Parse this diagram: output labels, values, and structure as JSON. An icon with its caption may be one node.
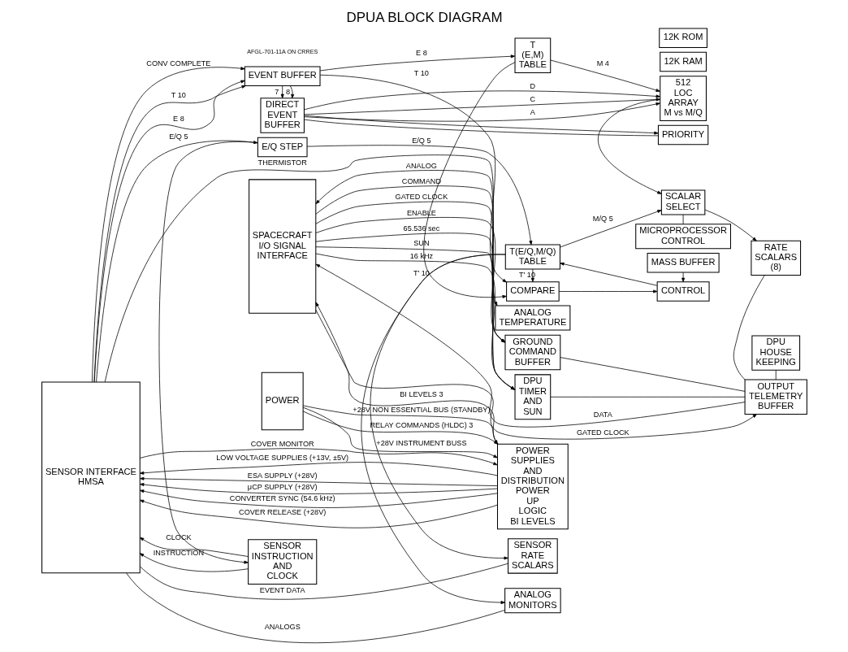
{
  "diagram": {
    "title": "DPUA BLOCK DIAGRAM",
    "nodes": [
      {
        "text": [
          "SENSOR INTERFACE",
          "HMSA"
        ]
      },
      {
        "text": [
          "SPACECRAFT",
          "I/O SIGNAL",
          "INTERFACE"
        ]
      },
      {
        "text": [
          "POWER"
        ]
      },
      {
        "text": [
          "DIRECT EVENT BUFFER"
        ]
      },
      {
        "text": [
          "PRIORITY"
        ]
      },
      {
        "text": [
          "MASS BUFFER"
        ]
      },
      {
        "text": [
          "512 LOC ARRAY",
          "M vs M/Q"
        ]
      },
      {
        "text": [
          "EVENT BUFFER"
        ]
      },
      {
        "text": [
          "T (E,M) TABLE"
        ]
      },
      {
        "text": [
          "COMPARE"
        ]
      },
      {
        "text": [
          "CONTROL"
        ]
      },
      {
        "text": [
          "E/Q STEP"
        ]
      },
      {
        "text": [
          "T(E/Q,M/Q) TABLE"
        ]
      },
      {
        "text": [
          "SCALAR SELECT"
        ]
      },
      {
        "text": [
          "RATE SCALARS (8)"
        ]
      },
      {
        "text": [
          "DPU HOUSE KEEPING"
        ]
      },
      {
        "text": [
          "GROUND COMMAND BUFFER"
        ]
      },
      {
        "text": [
          "DPU TIMER AND SUN"
        ]
      },
      {
        "text": [
          "SENSOR INSTRUCTION AND CLOCK"
        ]
      },
      {
        "text": [
          "SENSOR RATE SCALARS"
        ]
      },
      {
        "text": [
          "ANALOG MONITORS"
        ]
      },
      {
        "text": [
          "MICROPROCESSOR CONTROL"
        ]
      },
      {
        "text": [
          "12K RAM"
        ]
      },
      {
        "text": [
          "12K ROM"
        ]
      },
      {
        "text": [
          "OUTPUT TELEMETRY BUFFER"
        ]
      },
      {
        "text": [
          "ANALOG TEMPERATURE"
        ]
      },
      {
        "text": [
          "POWER SUPPLIES AND DISTRIBUTION",
          "POWER UP LOGIC",
          "BI LEVELS"
        ]
      }
    ],
    "edges": [
      {
        "from": 0,
        "to": 7,
        "arrow": "to",
        "label": "CONV COMPLETE"
      },
      {
        "from": 0,
        "to": 7,
        "arrow": "to",
        "label": "T 10"
      },
      {
        "from": 0,
        "to": 7,
        "arrow": "to",
        "label": "E 8"
      },
      {
        "from": 7,
        "to": 8,
        "arrow": "to",
        "label": "E 8"
      },
      {
        "from": 7,
        "to": 9,
        "arrow": "to",
        "label": "T 10"
      },
      {
        "from": 7,
        "to": 3,
        "arrow": "to",
        "label": "7"
      },
      {
        "from": 7,
        "to": 3,
        "arrow": "to",
        "label": "8"
      },
      {
        "from": 3,
        "to": 4,
        "arrow": "none"
      },
      {
        "from": 3,
        "to": 6,
        "arrow": "to",
        "label": "A"
      },
      {
        "from": 3,
        "to": 6,
        "arrow": "to",
        "label": "D"
      },
      {
        "from": 3,
        "to": 6,
        "arrow": "to",
        "label": "C"
      },
      {
        "from": 3,
        "to": 4,
        "arrow": "to"
      },
      {
        "from": 8,
        "to": 9,
        "arrow": "to",
        "label": "T' 10"
      },
      {
        "from": 8,
        "to": 6,
        "arrow": "to",
        "label": "M 4"
      },
      {
        "from": 5,
        "to": 10,
        "arrow": "to"
      },
      {
        "from": 9,
        "to": 10,
        "arrow": "to"
      },
      {
        "from": 12,
        "to": 9,
        "arrow": "to",
        "label": "T' 10"
      },
      {
        "from": 0,
        "to": 11,
        "arrow": "to",
        "label": "E/Q 5"
      },
      {
        "from": 11,
        "to": 12,
        "arrow": "to",
        "label": "E/Q 5"
      },
      {
        "from": 12,
        "to": 13,
        "arrow": "to",
        "label": "M/Q 5"
      },
      {
        "from": 10,
        "to": 12,
        "arrow": "to"
      },
      {
        "from": 6,
        "to": 13,
        "arrow": "to"
      },
      {
        "from": 13,
        "to": 14,
        "arrow": "to"
      },
      {
        "from": 11,
        "to": 18,
        "arrow": "to"
      },
      {
        "from": 12,
        "to": 19,
        "arrow": "to"
      },
      {
        "from": 12,
        "to": 20,
        "arrow": "to"
      },
      {
        "from": 13,
        "to": 21,
        "arrow": "none"
      },
      {
        "from": 15,
        "to": 24,
        "arrow": "none"
      },
      {
        "from": 14,
        "to": 24,
        "arrow": "none"
      },
      {
        "from": 16,
        "to": 24,
        "arrow": "none"
      },
      {
        "from": 17,
        "to": 24,
        "arrow": "none"
      },
      {
        "from": 1,
        "to": 16,
        "arrow": "to",
        "label": "COMMAND"
      },
      {
        "from": 1,
        "to": 16,
        "arrow": "to",
        "label": "GATED CLOCK"
      },
      {
        "from": 1,
        "to": 16,
        "arrow": "to",
        "label": "ENABLE"
      },
      {
        "from": 1,
        "to": 17,
        "arrow": "to",
        "label": "16 kHz"
      },
      {
        "from": 1,
        "to": 17,
        "arrow": "to",
        "label": "65.536 sec"
      },
      {
        "from": 1,
        "to": 17,
        "arrow": "to",
        "label": "SUN"
      },
      {
        "from": 1,
        "to": 24,
        "arrow": "to",
        "label": "GATED CLOCK"
      },
      {
        "from": 24,
        "to": 1,
        "arrow": "to",
        "label": "DATA"
      },
      {
        "from": 18,
        "to": 0,
        "arrow": "to",
        "label": "INSTRUCTION"
      },
      {
        "from": 18,
        "to": 0,
        "arrow": "to",
        "label": "CLOCK"
      },
      {
        "from": 0,
        "to": 19,
        "arrow": "none",
        "label": "EVENT DATA"
      },
      {
        "from": 0,
        "to": 20,
        "arrow": "none",
        "label": "ANALOGS"
      },
      {
        "from": 0,
        "to": 25,
        "arrow": "to",
        "label": "THERMISTOR"
      },
      {
        "from": 25,
        "to": 1,
        "arrow": "to",
        "label": "ANALOG"
      },
      {
        "from": 26,
        "to": 1,
        "arrow": "to",
        "label": "BI LEVELS 3"
      },
      {
        "from": 2,
        "to": 26,
        "arrow": "to",
        "label": "RELAY COMMANDS (HLDC) 3"
      },
      {
        "from": 2,
        "to": 26,
        "arrow": "to",
        "label": "+28V INSTRUMENT BUSS"
      },
      {
        "from": 2,
        "to": 26,
        "arrow": "to",
        "label": "+28V NON ESSENTIAL BUS (STANDBY)"
      },
      {
        "from": 0,
        "to": 26,
        "arrow": "to",
        "label": "COVER MONITOR"
      },
      {
        "from": 26,
        "to": 0,
        "arrow": "to",
        "label": "LOW VOLTAGE SUPPLIES (+13V, ±5V)"
      },
      {
        "from": 26,
        "to": 0,
        "arrow": "to",
        "label": "ESA SUPPLY (+28V)"
      },
      {
        "from": 26,
        "to": 0,
        "arrow": "to",
        "label": "μCP SUPPLY (+28V)"
      },
      {
        "from": 26,
        "to": 0,
        "arrow": "to",
        "label": "CONVERTER SYNC (54.6 kHz)"
      },
      {
        "from": 26,
        "to": 0,
        "arrow": "to",
        "label": "COVER RELEASE (+28V)"
      }
    ],
    "labels": [
      "AFGL-701-11A ON CRRES"
    ]
  }
}
